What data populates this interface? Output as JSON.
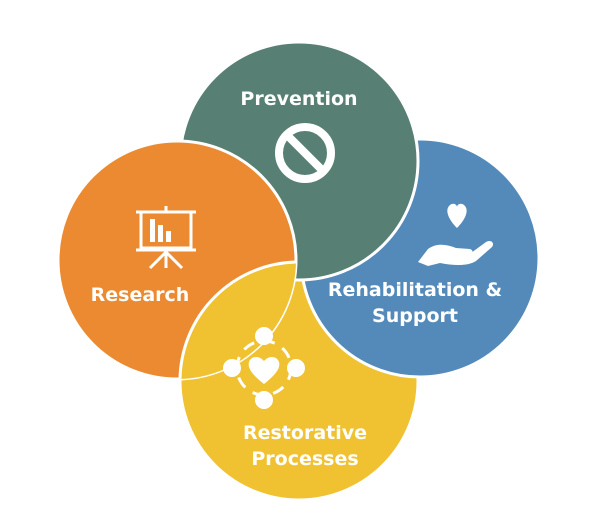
{
  "diagram": {
    "segments": [
      {
        "id": "prevention",
        "label": "Prevention",
        "color": "#577f74",
        "icon": "no-entry-icon"
      },
      {
        "id": "rehabilitation",
        "label_line1": "Rehabilitation &",
        "label_line2": "Support",
        "color": "#548ab9",
        "icon": "heart-in-hand-icon"
      },
      {
        "id": "restorative",
        "label_line1": "Restorative",
        "label_line2": "Processes",
        "color": "#f0c232",
        "icon": "community-heart-icon"
      },
      {
        "id": "research",
        "label": "Research",
        "color": "#eb8a30",
        "icon": "presentation-chart-icon"
      }
    ]
  }
}
